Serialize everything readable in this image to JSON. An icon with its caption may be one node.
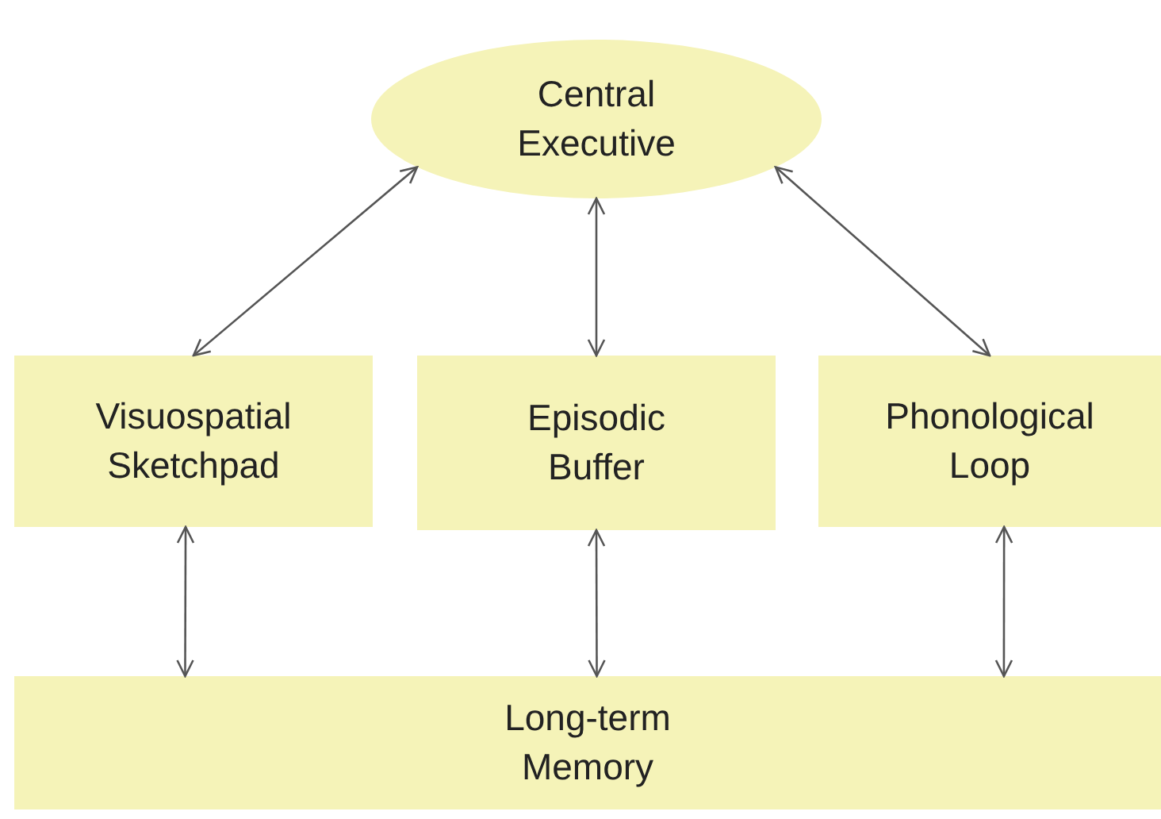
{
  "diagram": {
    "nodes": [
      {
        "text": [
          "Central Executive"
        ]
      },
      {
        "text": [
          "Visuospatial Sketchpad"
        ]
      },
      {
        "text": [
          "Episodic Buffer"
        ]
      },
      {
        "text": [
          "Phonological Loop"
        ]
      },
      {
        "text": [
          "Long-term Memory"
        ]
      }
    ],
    "edges": [
      {
        "from": 0,
        "to": 1,
        "arrow": "both"
      },
      {
        "from": 0,
        "to": 2,
        "arrow": "both"
      },
      {
        "from": 0,
        "to": 3,
        "arrow": "both"
      },
      {
        "from": 1,
        "to": 4,
        "arrow": "both"
      },
      {
        "from": 2,
        "to": 4,
        "arrow": "both"
      },
      {
        "from": 3,
        "to": 4,
        "arrow": "both"
      }
    ]
  }
}
